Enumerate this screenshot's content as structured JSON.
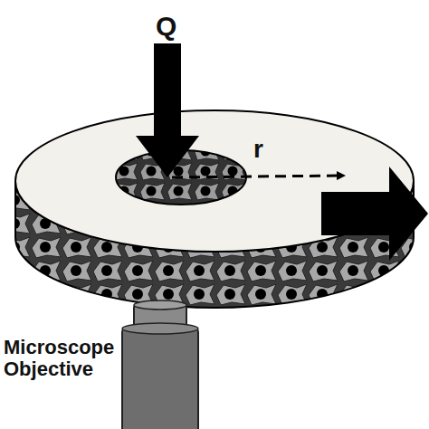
{
  "diagram": {
    "labels": [
      "Q",
      "r",
      "Microscope Objective"
    ]
  }
}
